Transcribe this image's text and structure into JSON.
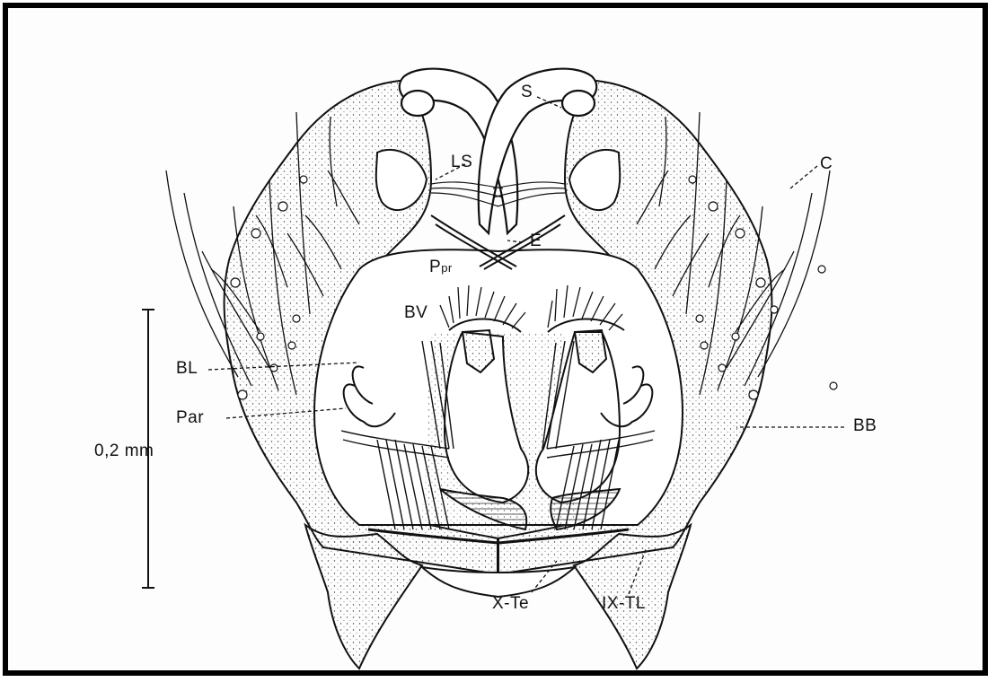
{
  "labels": {
    "S": "S",
    "LS": "LS",
    "C": "C",
    "E": "E",
    "Ppr_main": "P",
    "Ppr_sub": "pr",
    "BV": "BV",
    "BL": "BL",
    "Par": "Par",
    "BB": "BB",
    "scale": "0,2 mm",
    "XTe": "X-Te",
    "IXTL": "IX-TL"
  }
}
